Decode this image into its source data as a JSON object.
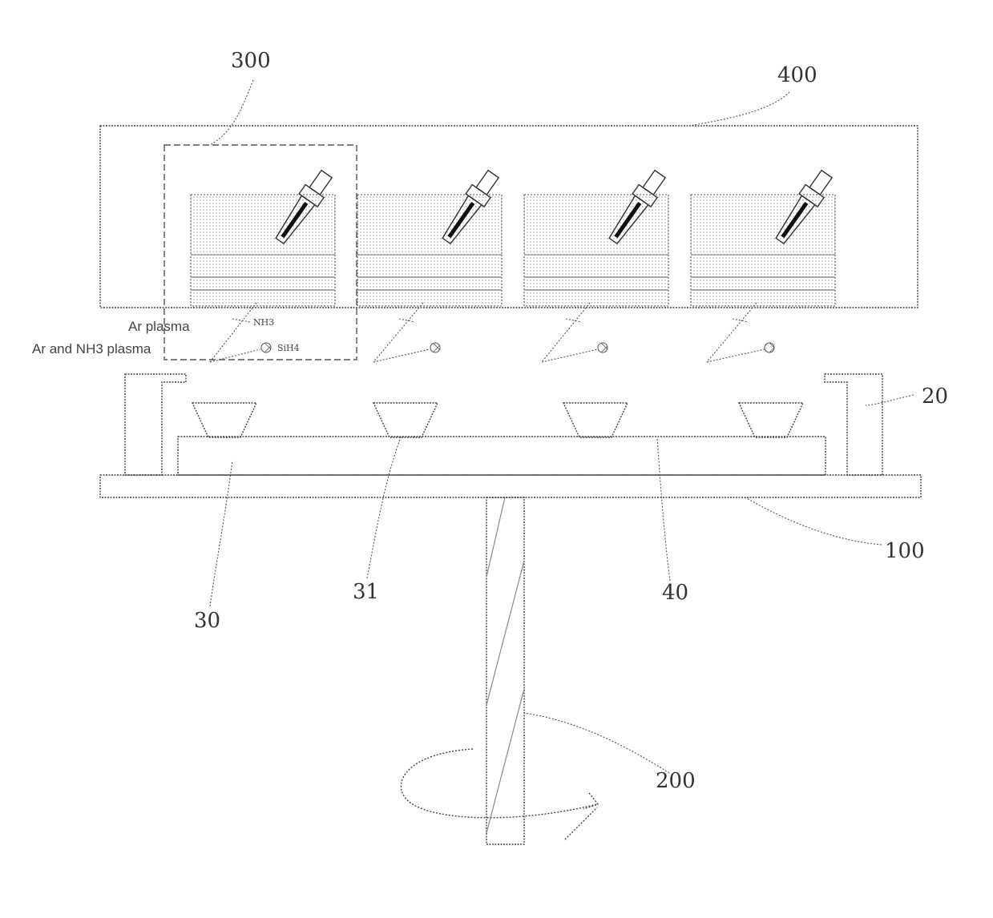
{
  "labels": {
    "l300": "300",
    "l400": "400",
    "l20": "20",
    "l100": "100",
    "l30": "30",
    "l31": "31",
    "l40": "40",
    "l200": "200"
  },
  "annotations": {
    "ar_plasma": "Ar plasma",
    "ar_nh3_plasma": "Ar and NH3 plasma",
    "nh3": "NH3",
    "sih4": "SiH4"
  },
  "colors": {
    "line": "#444444",
    "hatch": "#888888",
    "background": "#ffffff"
  }
}
